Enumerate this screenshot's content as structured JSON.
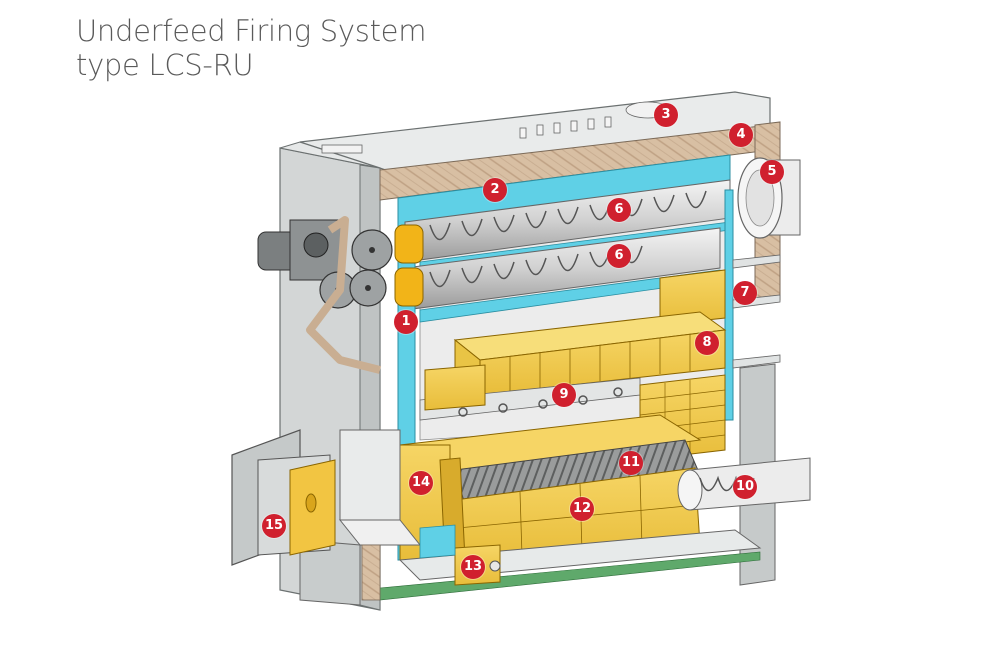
{
  "title": {
    "line1": "Underfeed Firing System",
    "line2": "type LCS-RU"
  },
  "colors": {
    "marker_red": "#d0202e",
    "insulation_blue": "#5fd0e6",
    "refractory_yellow": "#f3cd4f",
    "casing_grey": "#cfd3d3",
    "wood_brown": "#cdb49a"
  },
  "markers": [
    {
      "id": "1",
      "label": "1"
    },
    {
      "id": "2",
      "label": "2"
    },
    {
      "id": "3",
      "label": "3"
    },
    {
      "id": "4",
      "label": "4"
    },
    {
      "id": "5",
      "label": "5"
    },
    {
      "id": "6a",
      "label": "6"
    },
    {
      "id": "6b",
      "label": "6"
    },
    {
      "id": "7",
      "label": "7"
    },
    {
      "id": "8",
      "label": "8"
    },
    {
      "id": "9",
      "label": "9"
    },
    {
      "id": "10",
      "label": "10"
    },
    {
      "id": "11",
      "label": "11"
    },
    {
      "id": "12",
      "label": "12"
    },
    {
      "id": "13",
      "label": "13"
    },
    {
      "id": "14",
      "label": "14"
    },
    {
      "id": "15",
      "label": "15"
    }
  ]
}
